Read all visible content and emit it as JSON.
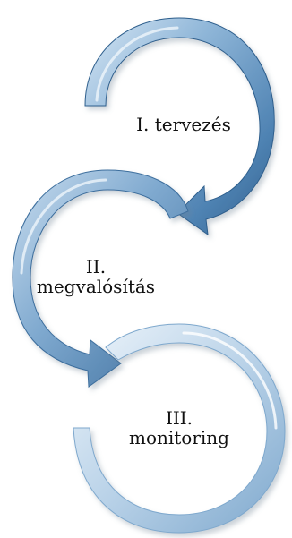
{
  "diagram": {
    "stages": [
      {
        "label": "I. tervezés"
      },
      {
        "label": "II.\nmegvalósítás"
      },
      {
        "label": "III.\nmonitoring"
      }
    ],
    "colors": {
      "arrow_dark": "#3d6f9e",
      "arrow_mid": "#6f9cc4",
      "arrow_light": "#c7dcee",
      "ring_light": "#dbe8f3",
      "text": "#111111"
    }
  }
}
